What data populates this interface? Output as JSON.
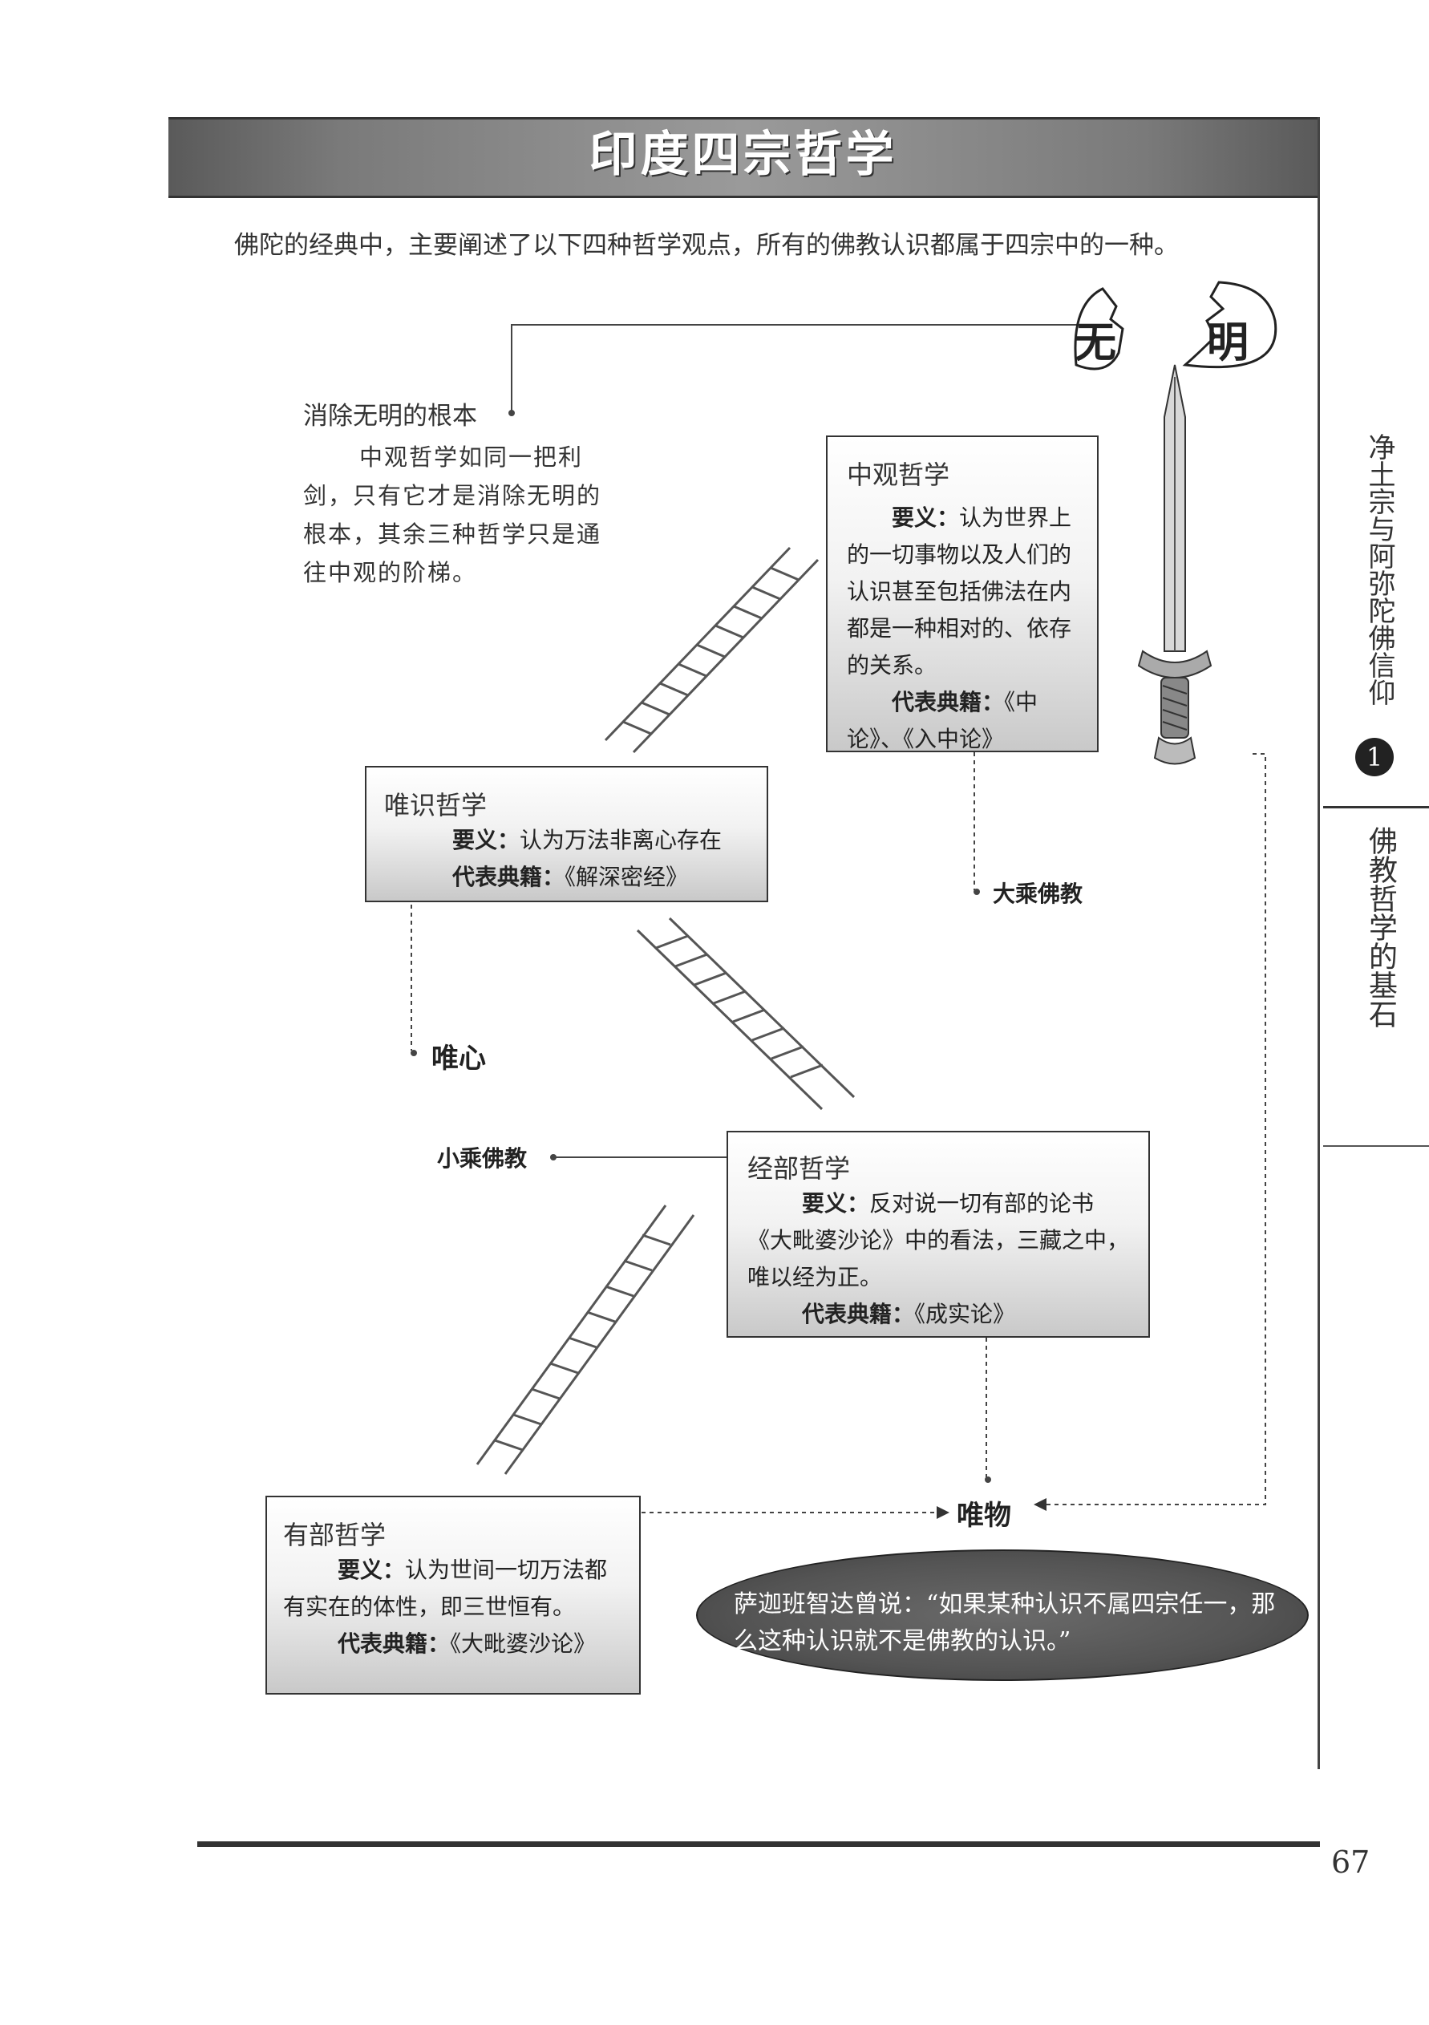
{
  "title": "印度四宗哲学",
  "intro": "佛陀的经典中，主要阐述了以下四种哲学观点，所有的佛教认识都属于四宗中的一种。",
  "side_tab_1": "净土宗与阿弥陀佛信仰",
  "side_tab_number": "1",
  "side_tab_2": "佛教哲学的基石",
  "ignorance_chars": [
    "无",
    "明"
  ],
  "note": {
    "title": "消除无明的根本",
    "body": "中观哲学如同一把利剑，只有它才是消除无明的根本，其余三种哲学只是通往中观的阶梯。"
  },
  "schools": {
    "madhyamaka": {
      "name": "中观哲学",
      "gist_label": "要义：",
      "gist": "认为世界上的一切事物以及人们的认识甚至包括佛法在内都是一种相对的、依存的关系。",
      "texts_label": "代表典籍：",
      "texts": "《中论》、《入中论》"
    },
    "yogacara": {
      "name": "唯识哲学",
      "gist_label": "要义：",
      "gist": "认为万法非离心存在",
      "texts_label": "代表典籍：",
      "texts": "《解深密经》"
    },
    "sautrantika": {
      "name": "经部哲学",
      "gist_label": "要义：",
      "gist": "反对说一切有部的论书《大毗婆沙论》中的看法，三藏之中，唯以经为正。",
      "texts_label": "代表典籍：",
      "texts": "《成实论》"
    },
    "vaibhasika": {
      "name": "有部哲学",
      "gist_label": "要义：",
      "gist": "认为世间一切万法都有实在的体性，即三世恒有。",
      "texts_label": "代表典籍：",
      "texts": "《大毗婆沙论》"
    }
  },
  "labels": {
    "mahayana": "大乘佛教",
    "hinayana": "小乘佛教",
    "idealism": "唯心",
    "materialism": "唯物"
  },
  "quote": "萨迦班智达曾说：“如果某种认识不属四宗任一，那么这种认识就不是佛教的认识。”",
  "page_number": "67"
}
